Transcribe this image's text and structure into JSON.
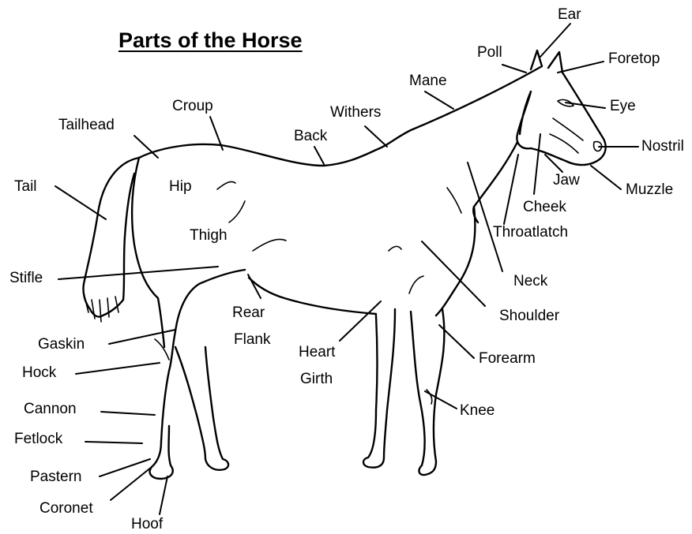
{
  "title": "Parts of the Horse",
  "labels": {
    "ear": "Ear",
    "poll": "Poll",
    "foretop": "Foretop",
    "mane": "Mane",
    "eye": "Eye",
    "withers": "Withers",
    "croup": "Croup",
    "tailhead": "Tailhead",
    "back": "Back",
    "nostril": "Nostril",
    "jaw": "Jaw",
    "muzzle": "Muzzle",
    "tail": "Tail",
    "hip": "Hip",
    "cheek": "Cheek",
    "throatlatch": "Throatlatch",
    "thigh": "Thigh",
    "stifle": "Stifle",
    "neck": "Neck",
    "rear_flank_1": "Rear",
    "rear_flank_2": "Flank",
    "shoulder": "Shoulder",
    "gaskin": "Gaskin",
    "heart_girth_1": "Heart",
    "heart_girth_2": "Girth",
    "forearm": "Forearm",
    "hock": "Hock",
    "cannon": "Cannon",
    "knee": "Knee",
    "fetlock": "Fetlock",
    "pastern": "Pastern",
    "coronet": "Coronet",
    "hoof": "Hoof"
  }
}
